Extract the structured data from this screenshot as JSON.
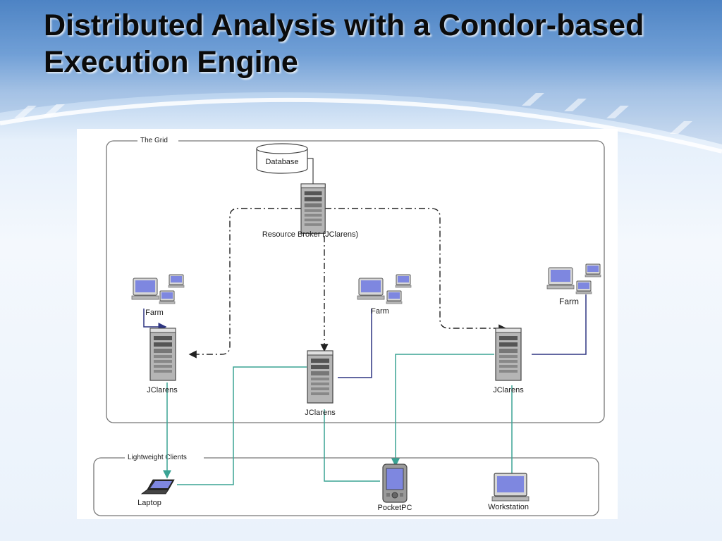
{
  "slide": {
    "title": "Distributed Analysis with a Condor-based Execution Engine"
  },
  "diagram": {
    "groups": {
      "grid": "The Grid",
      "clients": "Lightweight Clients"
    },
    "nodes": {
      "database": "Database",
      "resource_broker": "Resource Broker (JClarens)",
      "farm_left": "Farm",
      "farm_middle": "Farm",
      "farm_right": "Farm",
      "jclarens_left": "JClarens",
      "jclarens_middle": "JClarens",
      "jclarens_right": "JClarens",
      "laptop": "Laptop",
      "pocketpc": "PocketPC",
      "workstation": "Workstation"
    },
    "colors": {
      "dash_link": "#222222",
      "farm_link": "#2e3582",
      "client_link": "#3aa394",
      "group_border": "#777777",
      "screen": "#7e87e0"
    }
  }
}
